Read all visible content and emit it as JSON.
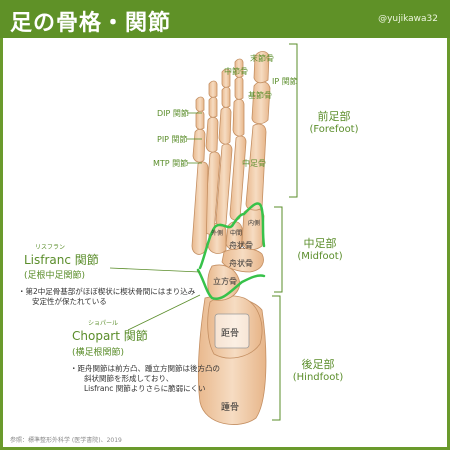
{
  "header": {
    "title": "足の骨格・関節",
    "handle": "@yujikawa32"
  },
  "colors": {
    "brand": "#5f9127",
    "label": "#5a8d2a",
    "joint": "#37c24a",
    "bone": "#f0c9a4"
  },
  "bone_labels": {
    "distal": "末節骨",
    "ip": "IP 関節",
    "middle": "中節骨",
    "proximal": "基節骨",
    "dip": "DIP 関節",
    "pip": "PIP 関節",
    "mtp": "MTP 関節",
    "metatarsal": "中足骨",
    "medial_cuneiform": "内側",
    "middle_cuneiform": "中間",
    "lateral_cuneiform": "外側",
    "navicular": "舟状骨",
    "cuboid": "立方骨",
    "talus": "距骨",
    "calcaneus": "踵骨"
  },
  "regions": {
    "forefoot": {
      "jp": "前足部",
      "en": "(Forefoot)"
    },
    "midfoot": {
      "jp": "中足部",
      "en": "(Midfoot)"
    },
    "hindfoot": {
      "jp": "後足部",
      "en": "(Hindfoot)"
    }
  },
  "lisfranc": {
    "ruby": "リスフラン",
    "title": "Lisfranc 関節",
    "subtitle": "(足根中足関節)",
    "note_line1": "・第2中足骨基部がほぼ楔状に楔状骨間にはまり込み",
    "note_line2": "安定性が保たれている"
  },
  "chopart": {
    "ruby": "ショパール",
    "title": "Chopart 関節",
    "subtitle": "(横足根関節)",
    "note_line1": "・距舟関節は前方凸、踵立方関節は後方凸の",
    "note_line2": "斜状関節を形成しており、",
    "note_line3": "Lisfranc 関節よりさらに脆弱にくい"
  },
  "footnote": "参照：標準整形外科学 (医学書院)、2019"
}
